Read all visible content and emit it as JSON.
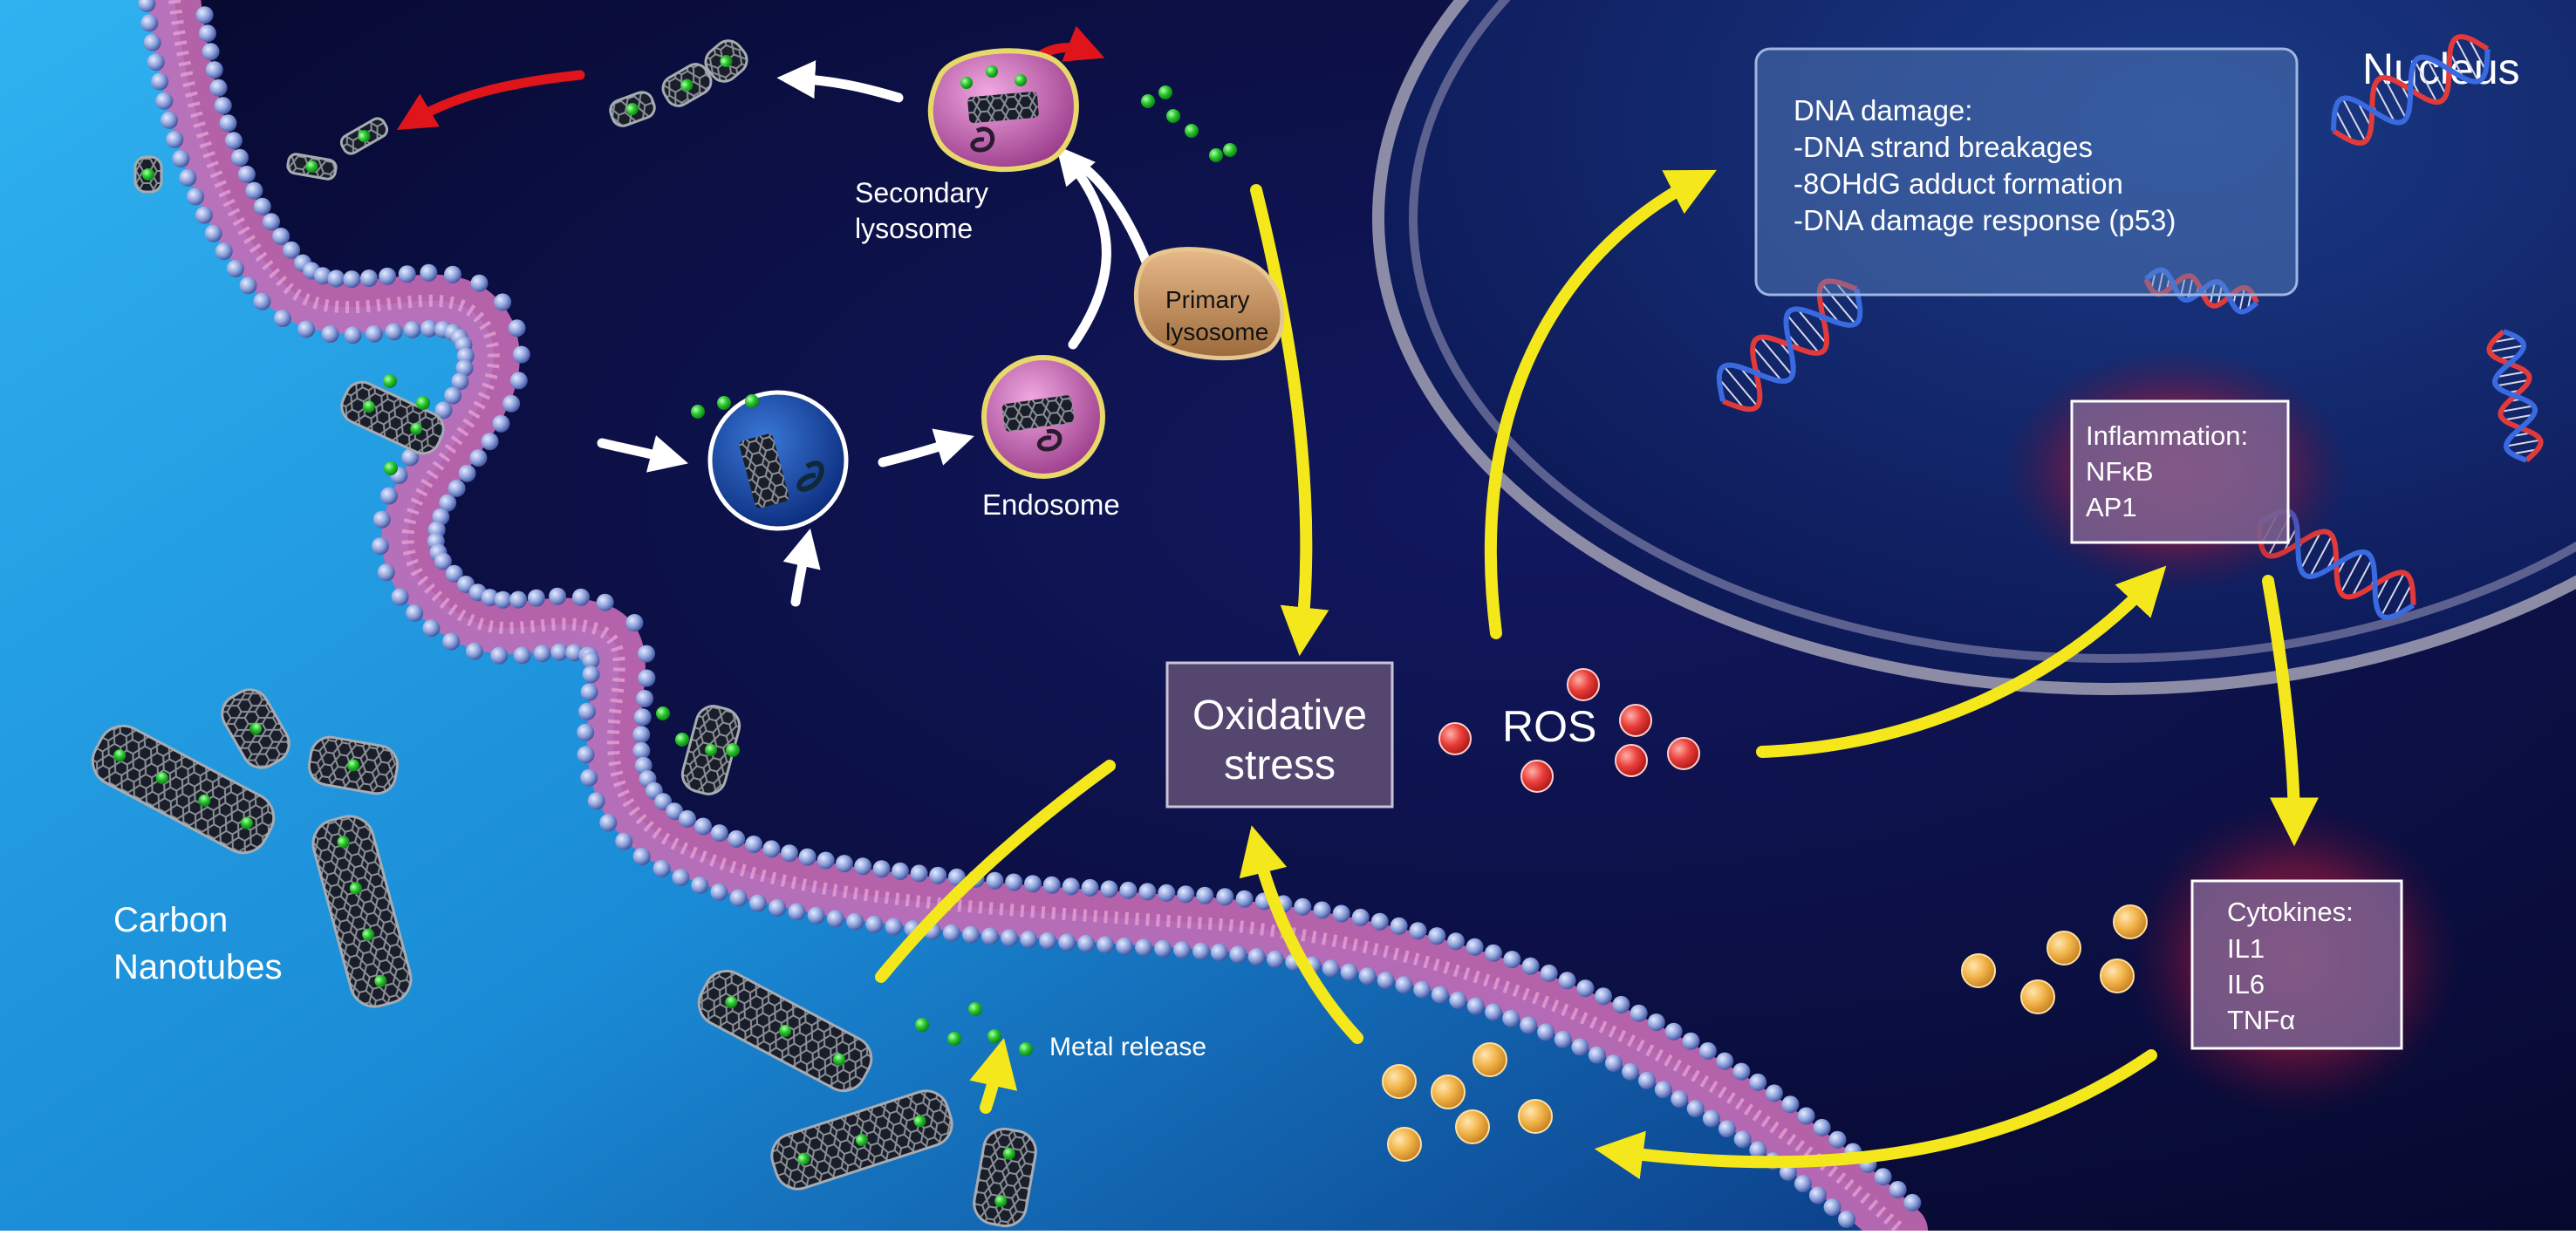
{
  "labels": {
    "nucleus": "Nucleus",
    "carbon_nanotubes_line1": "Carbon",
    "carbon_nanotubes_line2": "Nanotubes",
    "secondary_lysosome_line1": "Secondary",
    "secondary_lysosome_line2": "lysosome",
    "primary_lysosome_line1": "Primary",
    "primary_lysosome_line2": "lysosome",
    "endosome": "Endosome",
    "oxidative_stress_line1": "Oxidative",
    "oxidative_stress_line2": "stress",
    "ros": "ROS",
    "metal_release": "Metal release"
  },
  "dna_damage_box": {
    "title": "DNA damage:",
    "items": [
      "-DNA strand breakages",
      "-8OHdG adduct formation",
      "-DNA damage response (p53)"
    ]
  },
  "inflammation_box": {
    "title": "Inflammation:",
    "items": [
      "NFκB",
      "AP1"
    ]
  },
  "cytokines_box": {
    "title": "Cytokines:",
    "items": [
      "IL1",
      "IL6",
      "TNFα"
    ]
  },
  "colors": {
    "cytoplasm": "#0a0c3a",
    "extracellular": "#1a9ae0",
    "yellow_arrow": "#f4e81c",
    "red_arrow": "#e0151b",
    "ros": "#e8373a",
    "cytokine_ball": "#f2b44a",
    "metal_ion": "#1fc42a",
    "membrane_head": "#8a9ed8",
    "membrane_tail": "#c66bb5"
  }
}
